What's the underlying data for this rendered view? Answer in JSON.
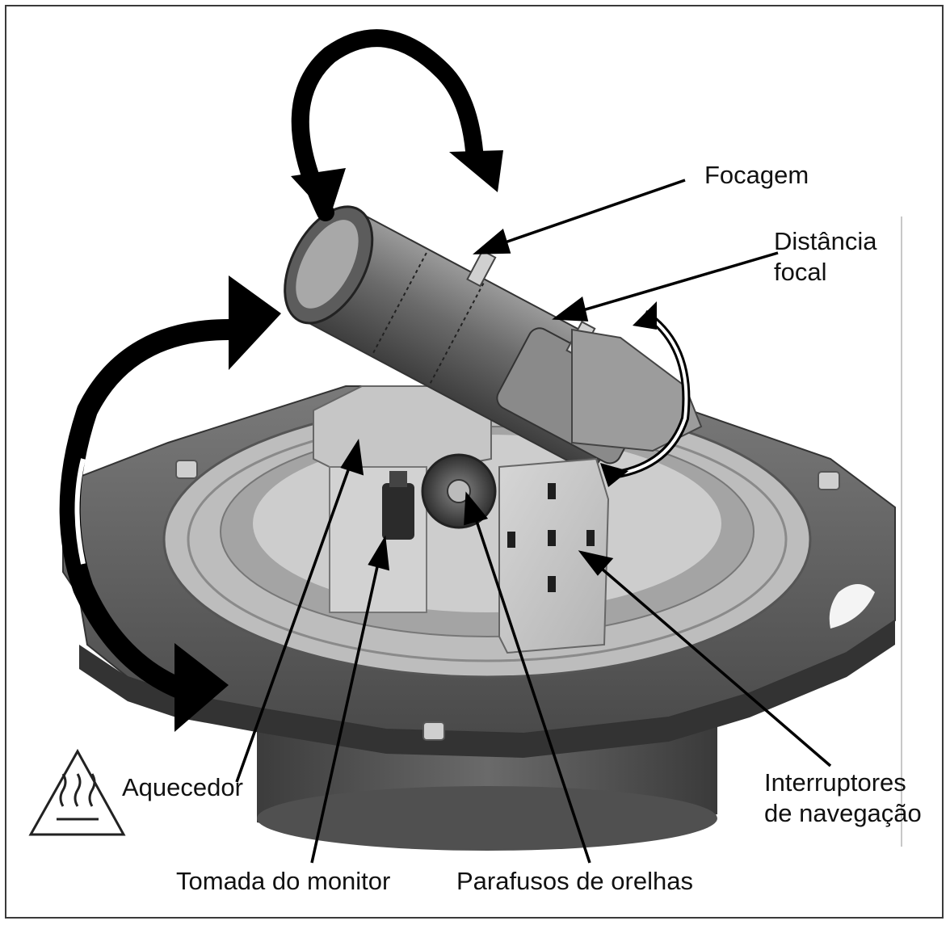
{
  "labels": {
    "focagem": "Focagem",
    "distancia_focal": [
      "Distância",
      "focal"
    ],
    "aquecedor": "Aquecedor",
    "tomada_monitor": "Tomada do monitor",
    "parafusos_orelhas": "Parafusos de orelhas",
    "interruptores_navegacao": [
      "Interruptores",
      "de navegação"
    ]
  },
  "icons": {
    "hot_surface_warning": "hot-surface-warning-icon"
  },
  "colors": {
    "frame": "#3a3a3a",
    "arrow": "#000000",
    "metal_dark": "#4a4a4a",
    "metal_mid": "#8c8c8c",
    "metal_light": "#c8c8c8"
  }
}
